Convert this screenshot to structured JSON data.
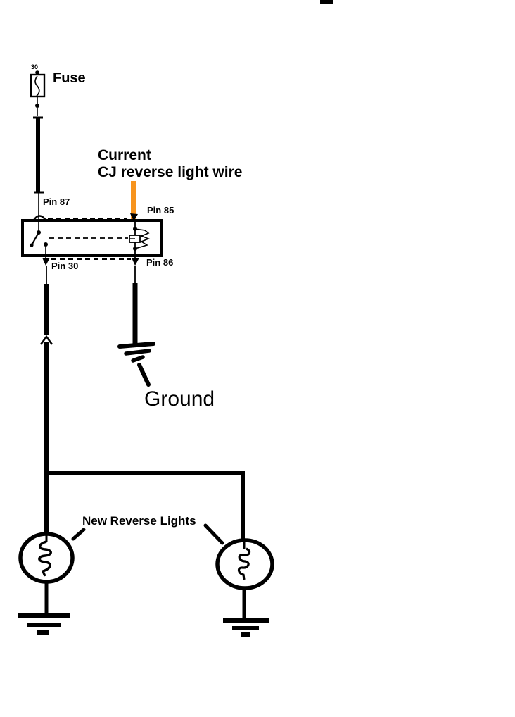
{
  "colors": {
    "wire_black": "#000000",
    "cj_wire_orange": "#F7941E"
  },
  "labels": {
    "fuse_terminal": "30",
    "fuse": "Fuse",
    "current_line1": "Current",
    "current_line2": "CJ reverse light wire",
    "pin_87": "Pin 87",
    "pin_85": "Pin 85",
    "pin_30": "Pin 30",
    "pin_86": "Pin 86",
    "ground": "Ground",
    "new_reverse_lights": "New Reverse Lights"
  }
}
